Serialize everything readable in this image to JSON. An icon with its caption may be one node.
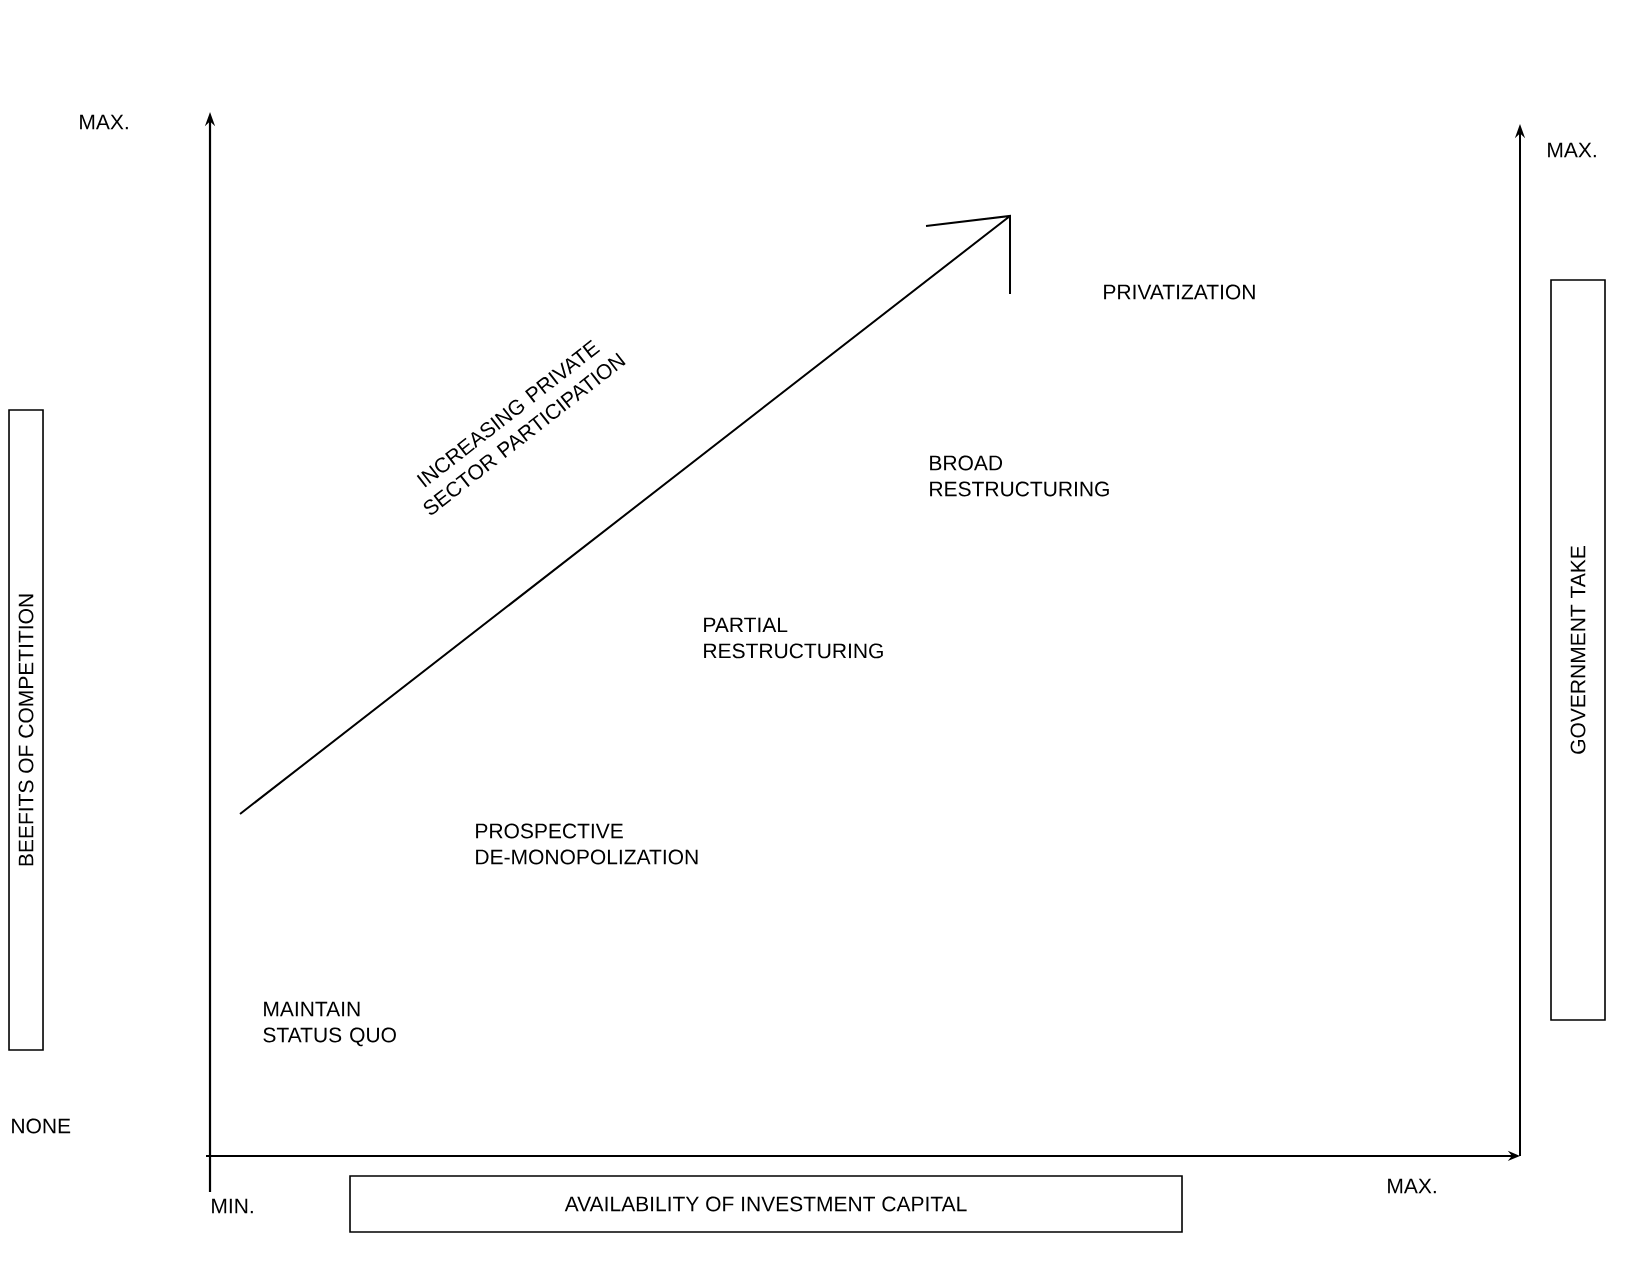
{
  "diagram": {
    "nodes": [
      {
        "text": [
          "BEEFITS OF COMPETITION"
        ]
      },
      {
        "text": [
          "GOVERNMENT TAKE"
        ]
      },
      {
        "text": [
          "AVAILABILITY OF INVESTMENT CAPITAL"
        ]
      }
    ],
    "labels": [
      "MAX.",
      "MAX.",
      "PRIVATIZATION",
      "INCREASING PRIVATE SECTOR PARTICIPATION",
      "BROAD RESTRUCTURING",
      "PARTIAL RESTRUCTURING",
      "PROSPECTIVE DE-MONOPOLIZATION",
      "MAINTAIN STATUS QUO",
      "NONE",
      "MIN.",
      "MAX."
    ]
  }
}
